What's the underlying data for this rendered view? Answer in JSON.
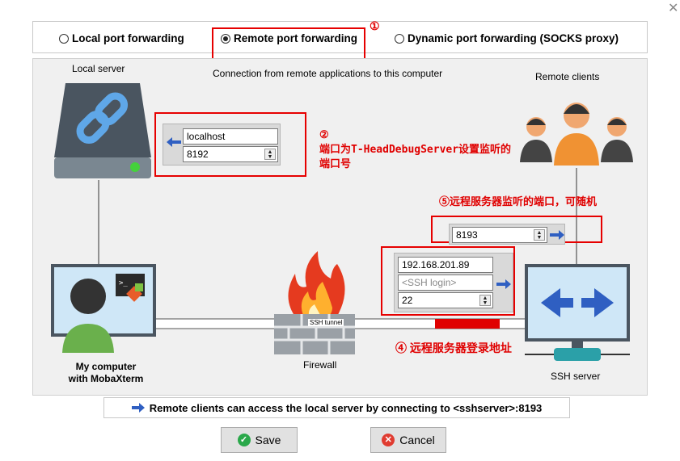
{
  "window": {
    "close_glyph": "✕"
  },
  "modes": [
    {
      "label": "Local port forwarding",
      "selected": false
    },
    {
      "label": "Remote port forwarding",
      "selected": true
    },
    {
      "label": "Dynamic port forwarding (SOCKS proxy)",
      "selected": false
    }
  ],
  "annotations": {
    "a1": "①",
    "a2_num": "②",
    "a2_text": "端口为T-HeadDebugServer设置监听的端口号",
    "a5": "⑤远程服务器监听的端口，可随机",
    "a4": "④  远程服务器登录地址"
  },
  "diagram": {
    "local_server_label": "Local server",
    "caption": "Connection from remote applications to this computer",
    "remote_clients_label": "Remote clients",
    "local_host": "localhost",
    "local_port": "8192",
    "remote_port": "8193",
    "ssh_host": "192.168.201.89",
    "ssh_login_placeholder": "<SSH login>",
    "ssh_port": "22",
    "my_computer_label_1": "My computer",
    "my_computer_label_2": "with MobaXterm",
    "ssh_tunnel_label": "SSH tunnel",
    "firewall_label": "Firewall",
    "ssh_server_label": "SSH server"
  },
  "status": {
    "text": "Remote clients can access the local server by connecting to <sshserver>:8193"
  },
  "buttons": {
    "save": "Save",
    "cancel": "Cancel"
  },
  "colors": {
    "accent_blue": "#2f5fc2",
    "annotation_red": "#e00000",
    "save_green": "#2aa84a",
    "cancel_red": "#e03c31"
  }
}
